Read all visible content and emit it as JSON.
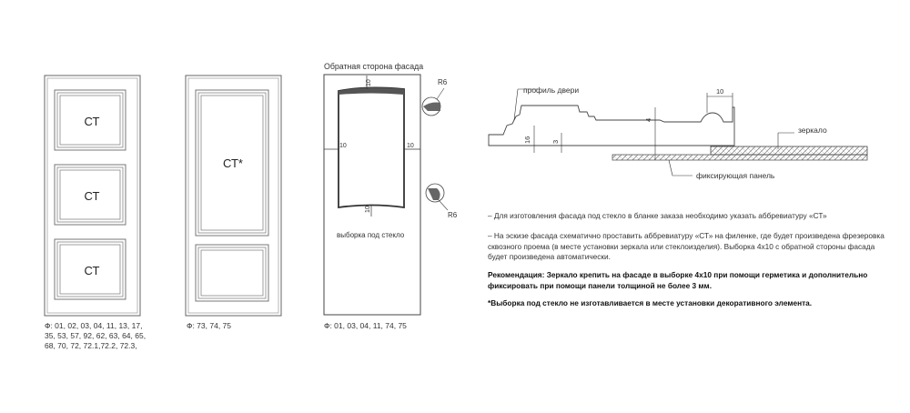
{
  "panel1": {
    "labels": [
      "СТ",
      "СТ",
      "СТ"
    ],
    "caption": [
      "Ф: 01, 02, 03, 04, 11, 13, 17,",
      "35, 53, 57, 92, 62, 63, 64, 65,",
      "68, 70, 72, 72.1,72.2, 72.3,"
    ]
  },
  "panel2": {
    "label": "СТ*",
    "caption": "Ф: 73, 74, 75"
  },
  "panel3": {
    "title": "Обратная сторона фасада",
    "dims": {
      "top": "10",
      "left": "10",
      "right": "10",
      "bottom": "10"
    },
    "radius_top": "R6",
    "radius_bottom": "R6",
    "groove_label": "выборка под стекло",
    "caption": "Ф: 01, 03, 04, 11, 74, 75"
  },
  "section": {
    "profile_label": "профиль двери",
    "mirror_label": "зеркало",
    "panel_label": "фиксирующая панель",
    "dim_16": "16",
    "dim_3": "3",
    "dim_4": "4",
    "dim_10": "10"
  },
  "notes": {
    "n1": "– Для изготовления фасада под стекло в бланке заказа необходимо указать аббревиатуру «СТ»",
    "n2": "– На эскизе фасада схематично проставить аббревиатуру «СТ» на филенке, где будет произведена фрезеровка сквозного проема (в месте установки зеркала или стеклоизделия). Выборка 4х10 с обратной стороны фасада будет произведена автоматически.",
    "n3": "Рекомендация: Зеркало крепить  на фасаде в выборке 4х10 при помощи герметика и дополнительно фиксировать при помощи панели толщиной не более 3 мм.",
    "n4": "*Выборка под стекло не изготавливается в месте установки декоративного элемента."
  }
}
